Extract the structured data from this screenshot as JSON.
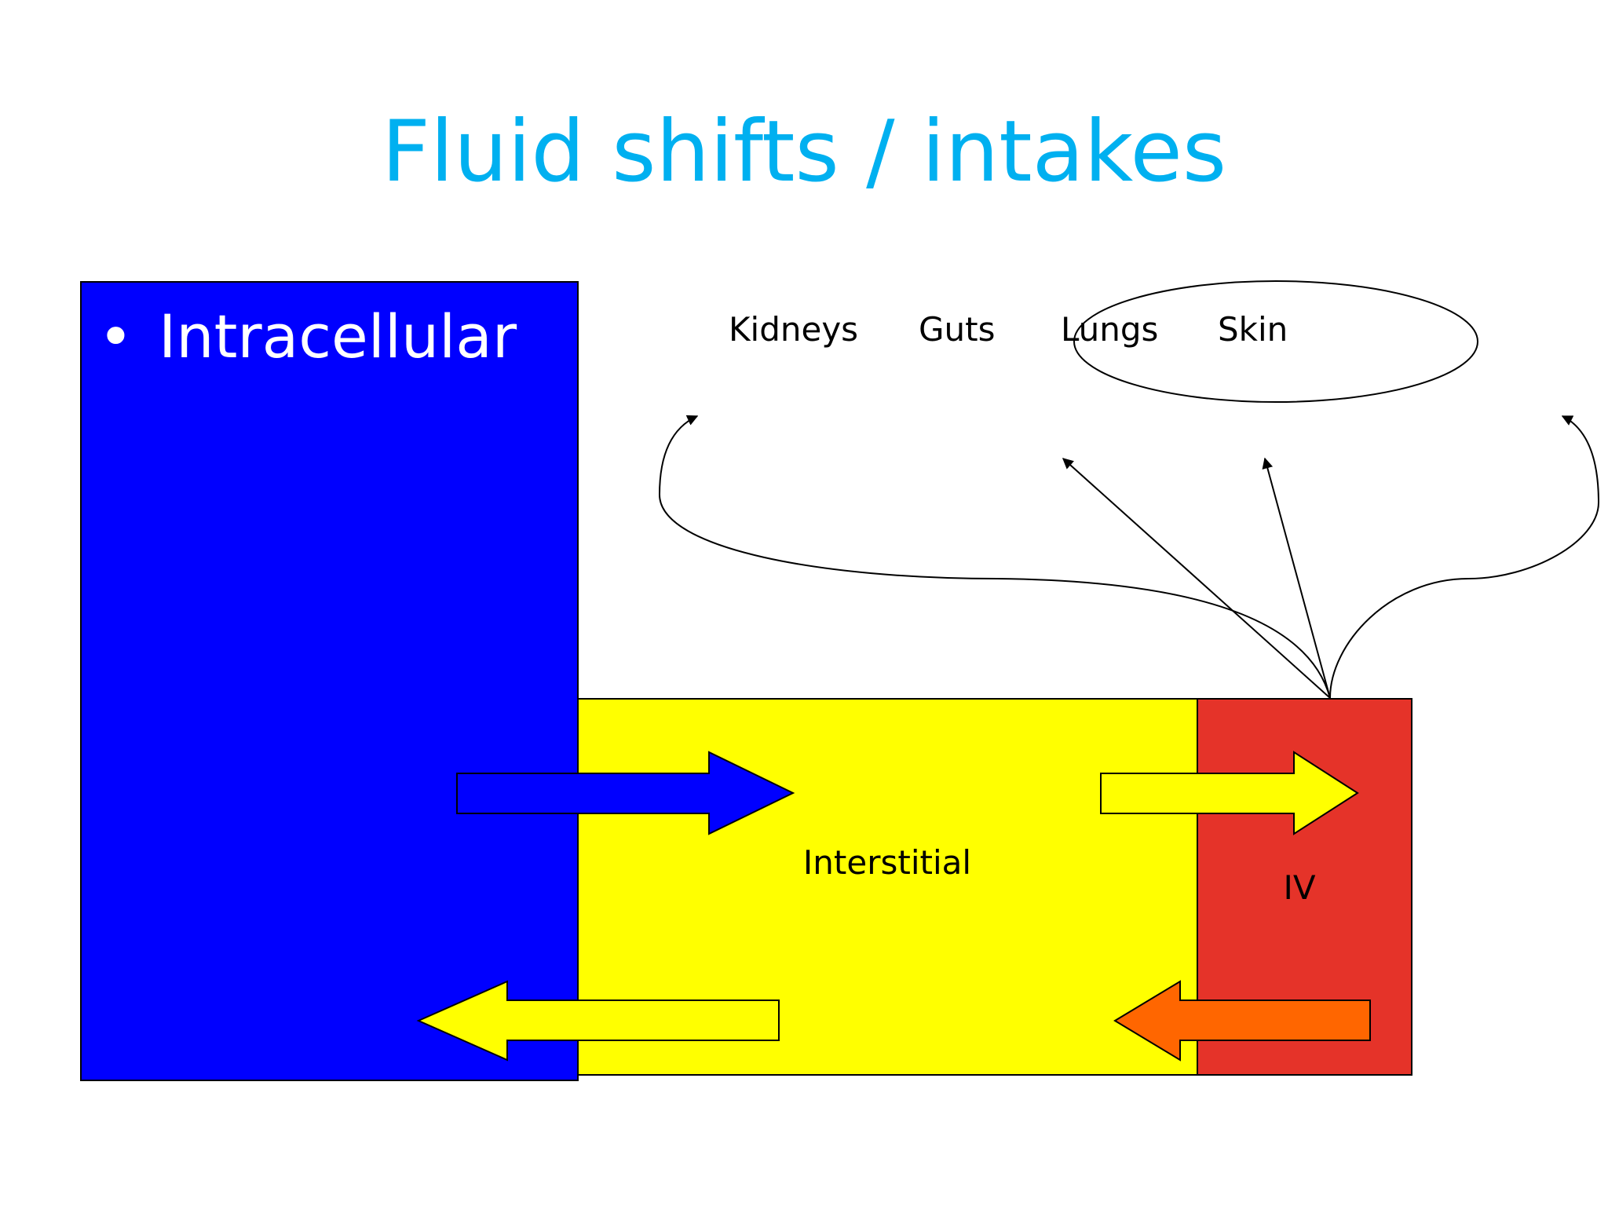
{
  "slide": {
    "title": "Fluid shifts / intakes",
    "intracellular": {
      "bullet": "•",
      "label": "Intracellular"
    },
    "interstitial": {
      "label": "Interstitial"
    },
    "iv": {
      "label": "IV"
    },
    "outputs": [
      {
        "label": "Kidneys"
      },
      {
        "label": "Guts"
      },
      {
        "label": "Lungs"
      },
      {
        "label": "Skin"
      }
    ]
  },
  "colors": {
    "title": "#00b0f0",
    "intracellular": "#0000ff",
    "interstitial": "#ffff00",
    "iv": "#e53329",
    "orange_arrow": "#ff6600",
    "line": "#000000"
  }
}
